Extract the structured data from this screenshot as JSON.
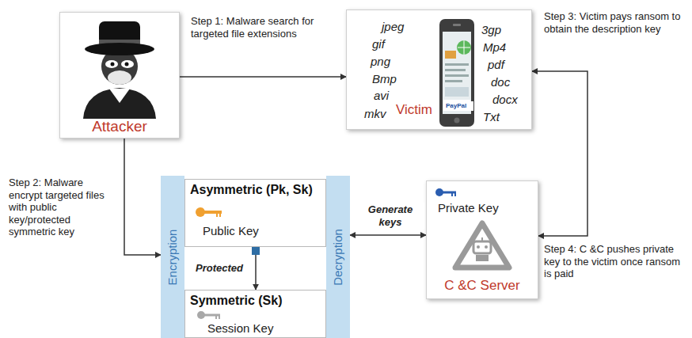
{
  "diagram": {
    "nodes": [
      {
        "text": [
          "Attacker"
        ]
      },
      {
        "text": [
          "jpeg",
          "gif",
          "png",
          "Bmp",
          "avi",
          "mkv",
          "3gp",
          "Mp4",
          "pdf",
          "doc",
          "docx",
          "Txt",
          "Victim"
        ]
      },
      {
        "text": [
          "Encryption"
        ]
      },
      {
        "text": [
          "Asymmetric (Pk, Sk)",
          "Public Key"
        ]
      },
      {
        "text": [
          "Symmetric (Sk)",
          "Session Key"
        ]
      },
      {
        "text": [
          "Decryption"
        ]
      },
      {
        "text": [
          "Private Key",
          "C &C Server"
        ]
      }
    ],
    "edges": [
      {
        "from": 0,
        "to": 1,
        "arrow": "to",
        "label": "Step 1: Malware search for targeted file extensions"
      },
      {
        "from": 0,
        "to": 2,
        "arrow": "to",
        "label": "Step 2: Malware encrypt targeted files with public key/protected symmetric key"
      },
      {
        "from": 3,
        "to": 4,
        "arrow": "to",
        "label": "Protected"
      },
      {
        "from": 5,
        "to": 6,
        "arrow": "both",
        "label": "Generate keys"
      },
      {
        "from": 6,
        "to": 1,
        "arrow": "both",
        "label": "Step 3: Victim pays ransom to obtain the description key"
      }
    ],
    "labels": [
      "Step 4: C &C pushes private key to the victim once ransom is paid",
      "PayPal"
    ]
  }
}
